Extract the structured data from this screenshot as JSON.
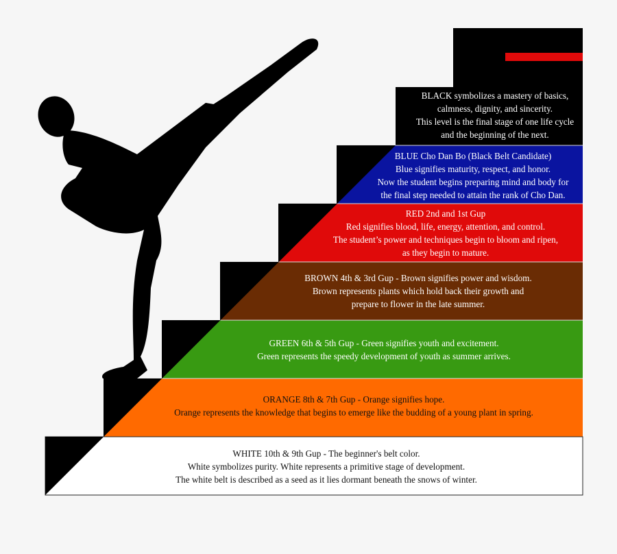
{
  "colors": {
    "black": "#000000",
    "blue": "#0a14a0",
    "red": "#e00a0a",
    "brown": "#6a2c04",
    "green": "#389a12",
    "orange": "#ff6a00",
    "white": "#ffffff",
    "belt_accent": "#e00a0a"
  },
  "steps": [
    {
      "belt": "black",
      "lines": [
        "BLACK symbolizes a mastery of basics,",
        "calmness, dignity, and sincerity.",
        "This level is the final stage of one life cycle",
        "and the beginning of the next."
      ]
    },
    {
      "belt": "blue",
      "lines": [
        "BLUE Cho Dan Bo (Black Belt Candidate)",
        "Blue signifies maturity, respect, and honor.",
        "Now the student begins preparing mind and body for",
        "the final step needed to attain the rank of Cho Dan."
      ]
    },
    {
      "belt": "red",
      "lines": [
        "RED 2nd and 1st Gup",
        "Red signifies blood, life, energy, attention, and control.",
        "The student’s power and techniques begin to bloom and ripen,",
        "as they begin to mature."
      ]
    },
    {
      "belt": "brown",
      "lines": [
        "BROWN 4th & 3rd Gup - Brown signifies power and wisdom.",
        "Brown represents plants which hold back their growth and",
        "prepare to flower in the late summer."
      ]
    },
    {
      "belt": "green",
      "lines": [
        "GREEN 6th & 5th Gup - Green signifies youth and excitement.",
        "Green represents the speedy development of youth as summer arrives."
      ]
    },
    {
      "belt": "orange",
      "lines": [
        "ORANGE 8th & 7th Gup - Orange signifies hope.",
        "Orange represents the knowledge that begins to emerge like the budding of a young plant in spring."
      ]
    },
    {
      "belt": "white",
      "lines": [
        "WHITE 10th & 9th Gup - The beginner's belt color.",
        "White symbolizes purity. White represents a primitive stage of development.",
        "The white belt is described as a seed as it lies dormant beneath the snows of winter."
      ]
    }
  ]
}
